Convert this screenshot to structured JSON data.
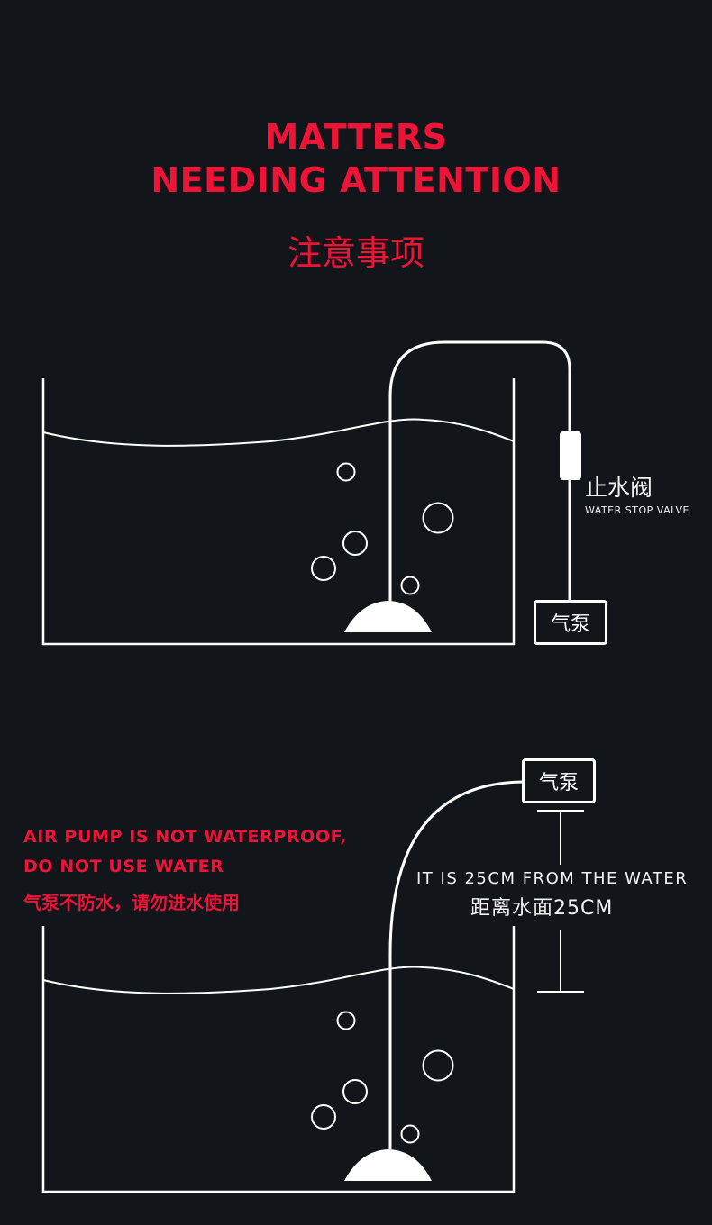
{
  "header": {
    "title_line1": "MATTERS",
    "title_line2": "NEEDING ATTENTION",
    "title_cn": "注意事项"
  },
  "diagram1": {
    "valve_label_cn": "止水阀",
    "valve_label_en": "WATER STOP VALVE",
    "pump_label": "气泵"
  },
  "diagram2": {
    "warning_line1": "AIR PUMP IS NOT WATERPROOF,",
    "warning_line2": "DO NOT USE WATER",
    "warning_cn": "气泵不防水，请勿进水使用",
    "pump_label": "气泵",
    "distance_en": "IT IS 25CM FROM THE WATER",
    "distance_cn": "距离水面25CM"
  },
  "colors": {
    "background": "#12151a",
    "accent_red": "#ee1438",
    "line_white": "#ffffff"
  }
}
